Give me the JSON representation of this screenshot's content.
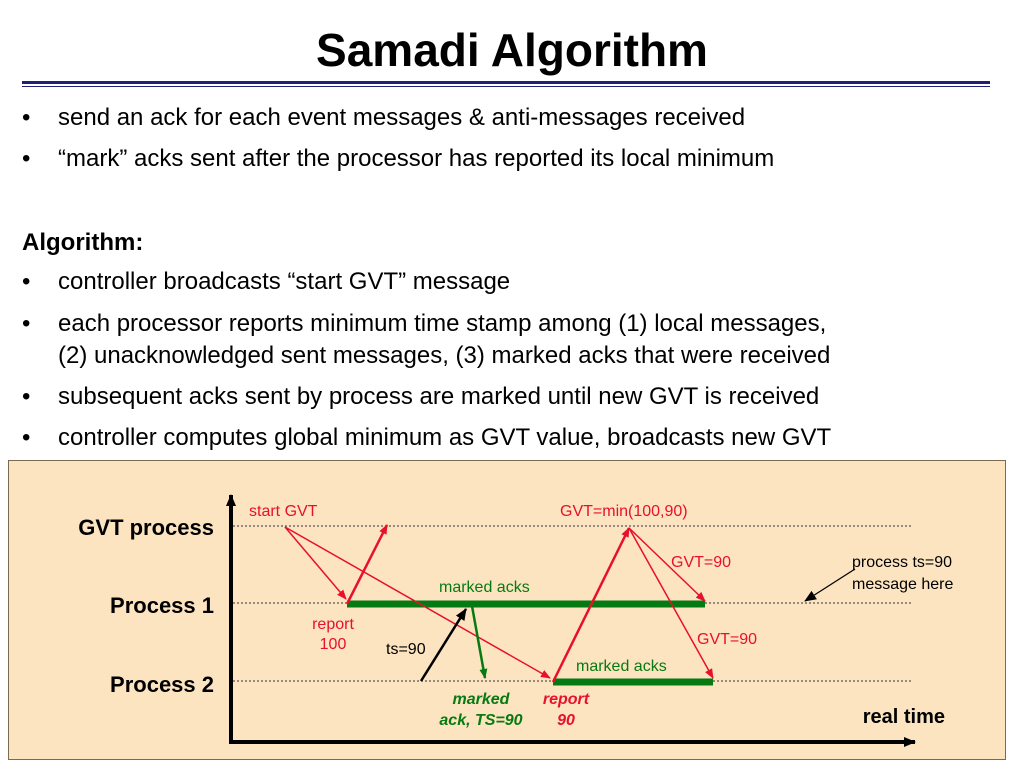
{
  "slide": {
    "title": "Samadi Algorithm",
    "bullets_top": [
      "send an ack for each event messages & anti-messages received",
      "“mark” acks sent after the processor has reported its local minimum"
    ],
    "algorithm_heading": "Algorithm:",
    "bullets_algo": [
      [
        "controller broadcasts “start GVT” message"
      ],
      [
        "each processor reports minimum time stamp among (1) local messages,",
        "(2) unacknowledged sent messages, (3) marked acks that were received"
      ],
      [
        "subsequent acks sent by process are marked until new GVT is received"
      ],
      [
        "controller computes global minimum as GVT value, broadcasts new GVT"
      ]
    ],
    "bullet_glyph": "•"
  },
  "diagram": {
    "rows": {
      "gvt": "GVT process",
      "p1": "Process 1",
      "p2": "Process 2"
    },
    "axis_label": "real time",
    "labels": {
      "start_gvt": "start GVT",
      "gvt_min": "GVT=min(100,90)",
      "gvt90_a": "GVT=90",
      "gvt90_b": "GVT=90",
      "note_line1": "process ts=90",
      "note_line2": "message here",
      "marked_acks_p1": "marked acks",
      "marked_acks_p2": "marked acks",
      "report_100_a": "report",
      "report_100_b": "100",
      "ts90": "ts=90",
      "marked_ack_a": "marked",
      "marked_ack_b": "ack, TS=90",
      "report_90_a": "report",
      "report_90_b": "90"
    },
    "colors": {
      "panel_bg": "#fce4c0",
      "red": "#e8102a",
      "green": "#067a12",
      "black": "#000000",
      "title_rule": "#1f1f7a"
    }
  }
}
